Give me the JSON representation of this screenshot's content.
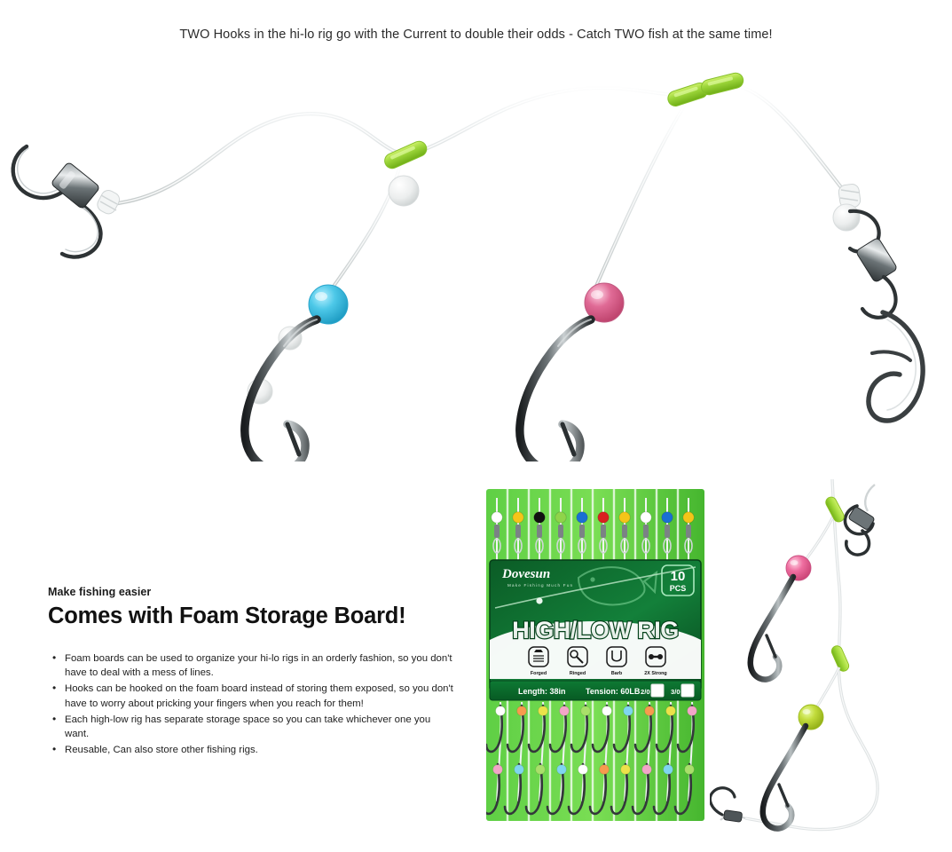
{
  "headline": "TWO Hooks in the hi-lo rig go with the Current to double their odds - Catch TWO fish at the same time!",
  "copy": {
    "eyebrow": "Make fishing easier",
    "title": "Comes with Foam Storage Board!",
    "bullets": [
      "Foam boards can be used to organize your hi-lo rigs in an orderly fashion, so you don't have to deal with a mess of lines.",
      "Hooks can be hooked on the foam board instead of storing them exposed, so you don't have to worry about pricking your fingers when you reach for them!",
      "Each high-low rig has separate storage space so you can take whichever one you want.",
      "Reusable, Can also store other fishing rigs."
    ]
  },
  "package": {
    "brand": "Dovesun",
    "brand_tagline": "Make Fishing Much Fun",
    "product_title": "HIGH/LOW RIG",
    "count_number": "10",
    "count_unit": "PCS",
    "features": [
      {
        "icon": "forged-icon",
        "label": "Forged"
      },
      {
        "icon": "ringed-icon",
        "label": "Ringed"
      },
      {
        "icon": "barb-icon",
        "label": "Barb"
      },
      {
        "icon": "strong-icon",
        "label": "2X Strong"
      }
    ],
    "spec_length": "Length: 38in",
    "spec_tension": "Tension: 60LB",
    "size_options": [
      {
        "label": "2/0",
        "checked": false
      },
      {
        "label": "3/0",
        "checked": false
      }
    ],
    "top_swivel_beads": [
      "#ffffff",
      "#f5c518",
      "#111111",
      "#8fd44a",
      "#1a6fd4",
      "#d92020",
      "#f5c518",
      "#ffffff",
      "#1a6fd4",
      "#f5c518"
    ],
    "board_upper_beads": [
      "#ffffff",
      "#f79b4e",
      "#ece24a",
      "#f2a6c8",
      "#a9e06a",
      "#ffffff",
      "#7fd6ef",
      "#f79b4e",
      "#ece24a",
      "#f2a6c8"
    ],
    "board_lower_beads": [
      "#f2a6c8",
      "#7fd6ef",
      "#a9e06a",
      "#7fd6ef",
      "#ffffff",
      "#f79b4e",
      "#ece24a",
      "#f2a6c8",
      "#7fd6ef",
      "#a9e06a"
    ]
  },
  "colors": {
    "bead_cyan": "#4dc8e8",
    "bead_pink": "#e06b96",
    "bead_green": "#b9dc3c",
    "tube_green": "#9ed73c",
    "bead_white": "#e8eaea",
    "line": "#d8dcdd",
    "hook_dark": "#2b2f31",
    "hardware": "#5a6164",
    "package_green": "#4ec23a",
    "package_dark_green": "#0d6b2e"
  },
  "hero_rig": {
    "parts": [
      {
        "name": "barrel-swivel-left",
        "label": "barrel swivel"
      },
      {
        "name": "crimp-sleeve-left",
        "label": "crimp sleeve"
      },
      {
        "name": "tube-bead-upper-left",
        "label": "green luminous tube bead"
      },
      {
        "name": "clear-bead-left",
        "label": "clear bead"
      },
      {
        "name": "bead-cyan",
        "label": "blue glow bead"
      },
      {
        "name": "hook-left",
        "label": "barbed octopus hook"
      },
      {
        "name": "tube-bead-mid",
        "label": "green luminous tube bead"
      },
      {
        "name": "tube-bead-upper-right",
        "label": "green luminous tube bead"
      },
      {
        "name": "bead-pink",
        "label": "pink glow bead"
      },
      {
        "name": "hook-right",
        "label": "barbed octopus hook"
      },
      {
        "name": "crimp-sleeve-right",
        "label": "crimp sleeve"
      },
      {
        "name": "barrel-swivel-right",
        "label": "barrel swivel"
      },
      {
        "name": "coastlock-snap",
        "label": "coastlock snap"
      }
    ]
  },
  "side_rig": {
    "parts": [
      {
        "name": "side-swivel-top",
        "label": "barrel swivel"
      },
      {
        "name": "side-tube-bead-upper",
        "label": "green tube bead"
      },
      {
        "name": "side-bead-pink",
        "label": "pink glow bead"
      },
      {
        "name": "side-hook-upper",
        "label": "barbed hook"
      },
      {
        "name": "side-tube-bead-lower",
        "label": "green tube bead"
      },
      {
        "name": "side-bead-green",
        "label": "green glow bead"
      },
      {
        "name": "side-hook-lower",
        "label": "barbed hook"
      },
      {
        "name": "side-snap-swivel-bottom",
        "label": "snap swivel"
      }
    ]
  }
}
